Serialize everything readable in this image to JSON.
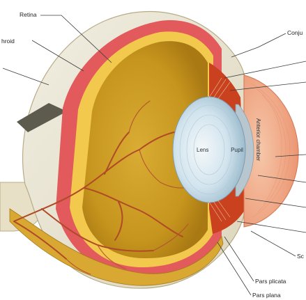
{
  "labels": {
    "retina": "Retina",
    "choroid": "hroid",
    "conjunctiva": "Conju",
    "lens": "Lens",
    "pupil": "Pupil",
    "anterior_chamber": "Anterior chamber",
    "sclera": "Sc",
    "pars_plicata": "Pars plicata",
    "pars_plana": "Pars plana"
  },
  "colors": {
    "sclera": "#ece8d8",
    "choroid": "#e7565b",
    "retina": "#f0c64a",
    "vitreous": "#c99a1f",
    "vessels": "#b04a27",
    "lens": "#c9e0ec",
    "iris": "#c9411f",
    "cornea": "#f3b89a"
  }
}
